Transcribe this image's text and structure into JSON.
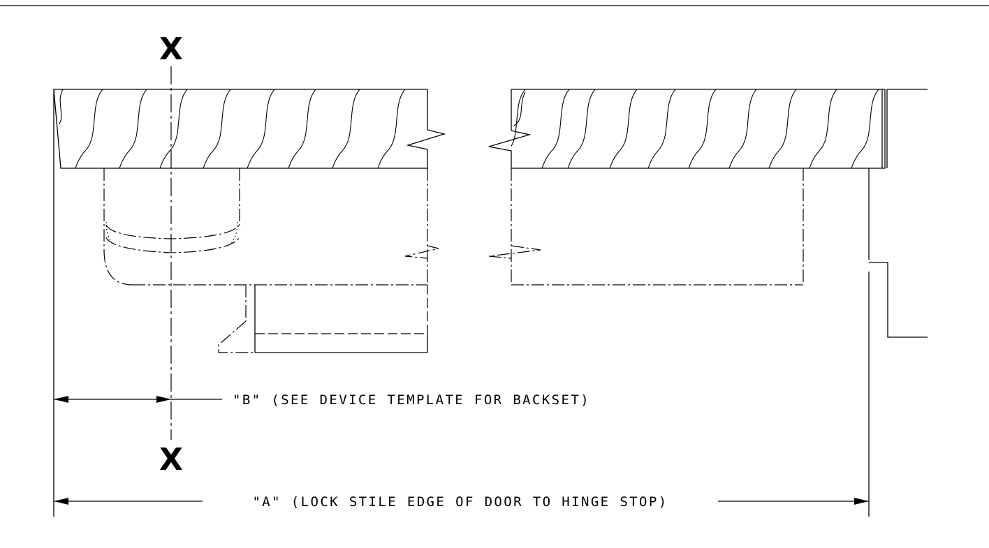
{
  "section_marks": {
    "top": "X",
    "bottom": "X"
  },
  "dimensions": {
    "b_label": "\"B\" (SEE DEVICE TEMPLATE FOR BACKSET)",
    "a_label": "\"A\" (LOCK STILE EDGE OF DOOR TO HINGE STOP)"
  }
}
